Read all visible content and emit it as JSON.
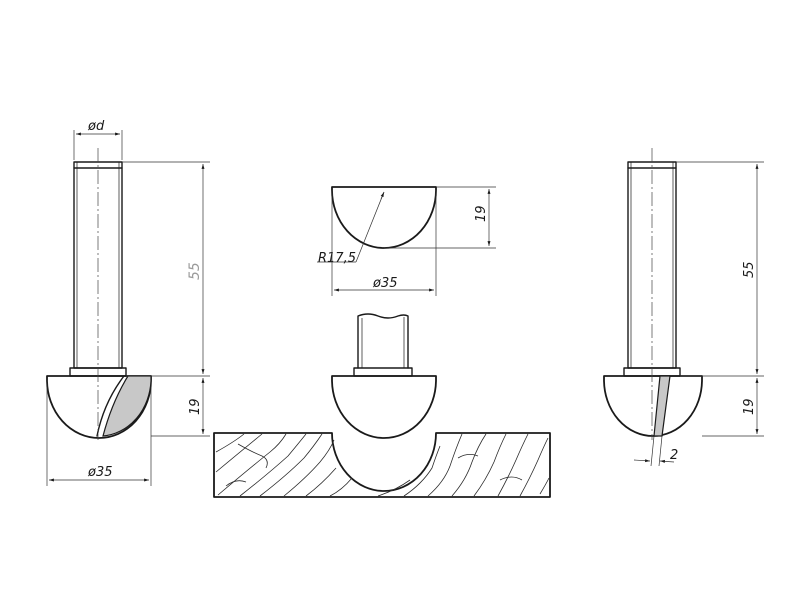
{
  "labels": {
    "shank_diameter": "ød",
    "left_length": "55",
    "left_head_height": "19",
    "left_diameter": "ø35",
    "profile_height": "19",
    "profile_radius": "R17,5",
    "profile_diameter": "ø35",
    "right_length": "55",
    "right_head_height": "19",
    "right_blade_width": "2"
  },
  "colors": {
    "line": "#1a1a1a",
    "blade_fill": "#c8c8c8",
    "grey_dimension": "#9a9a9a"
  }
}
